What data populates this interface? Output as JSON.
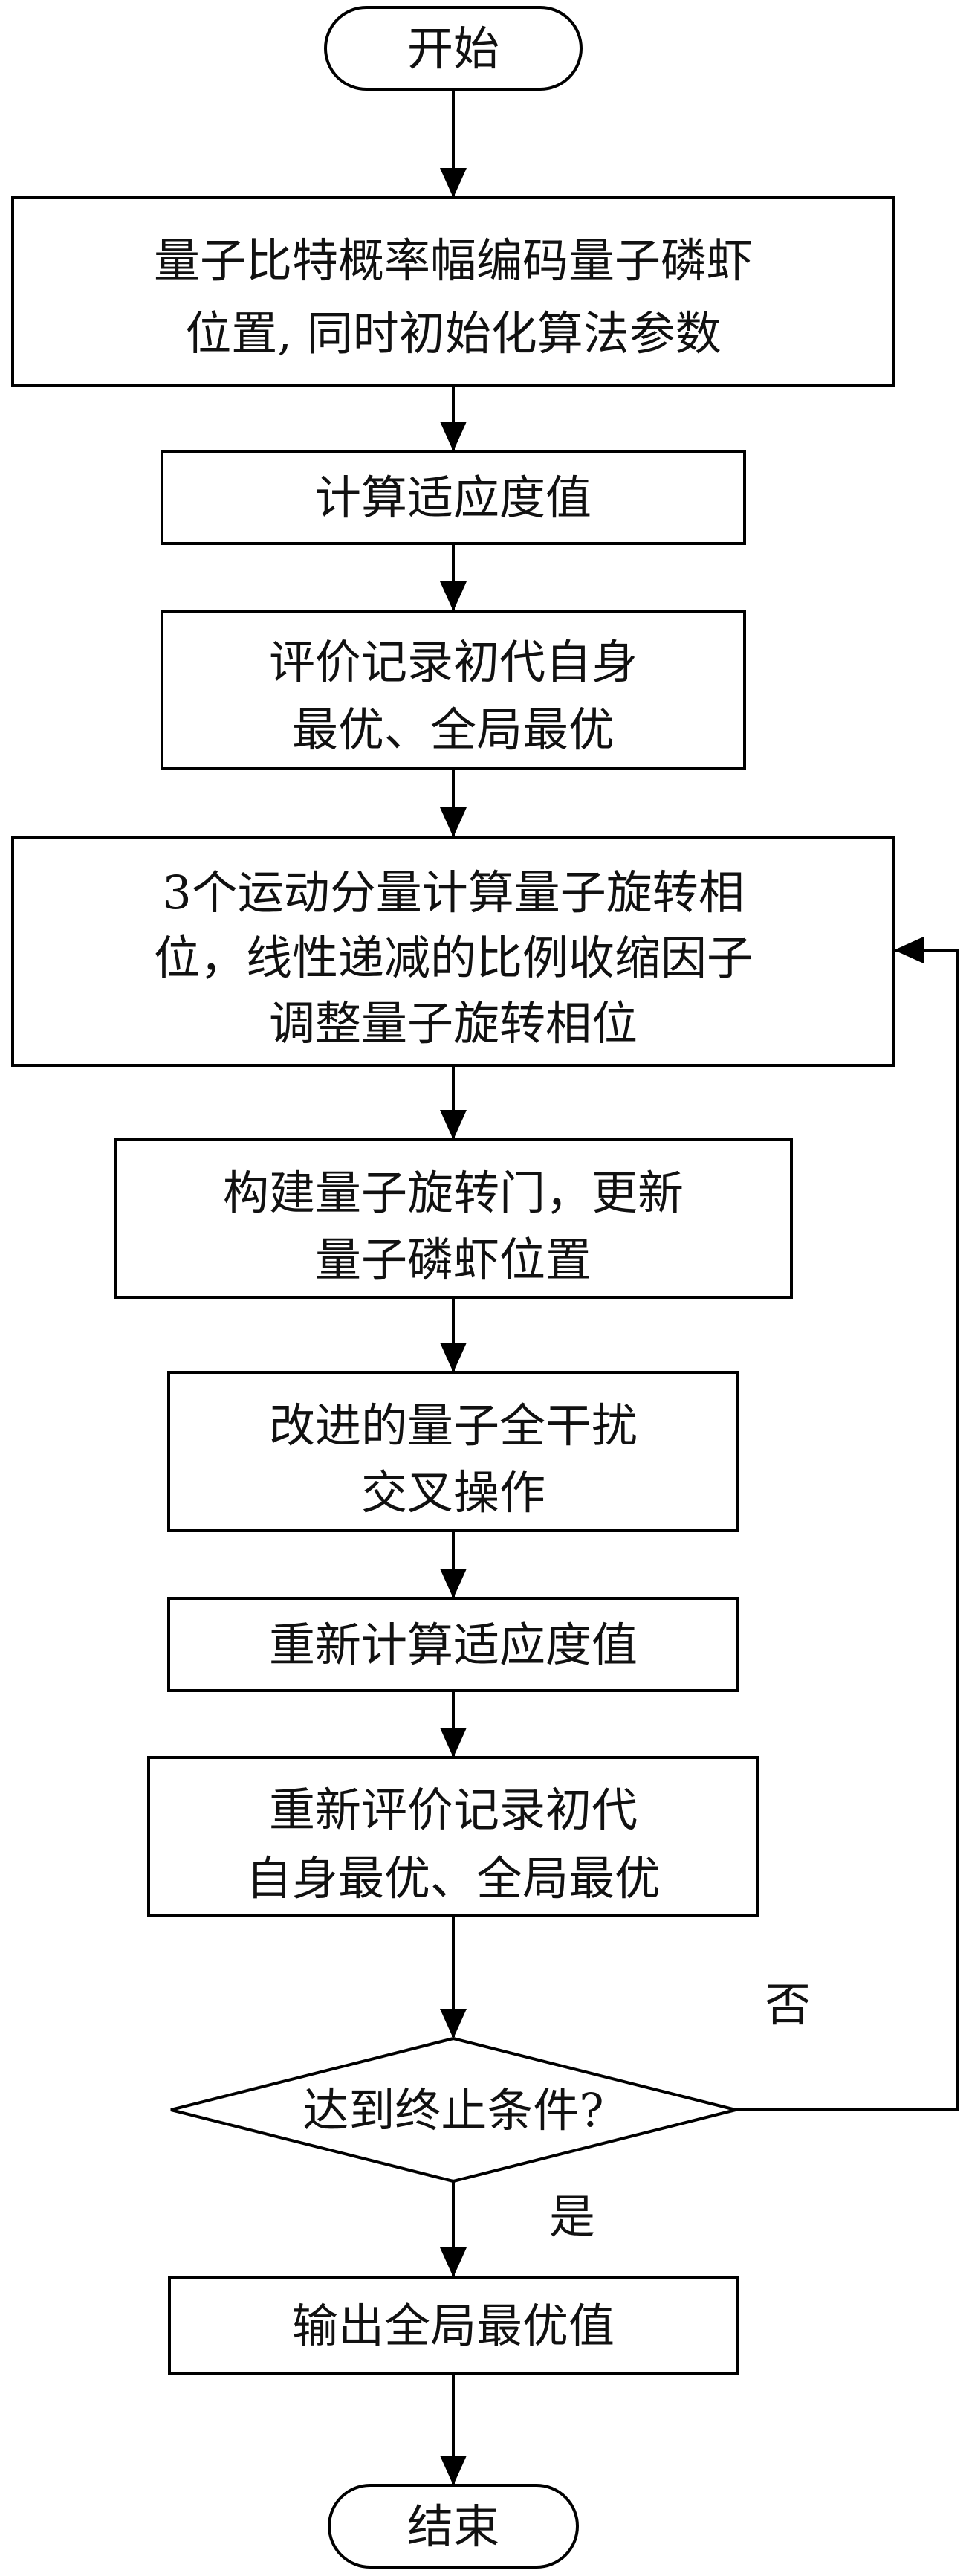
{
  "flowchart": {
    "start": "开始",
    "step1": {
      "line1": "量子比特概率幅编码量子磷虾",
      "line2": "位置, 同时初始化算法参数"
    },
    "step2": "计算适应度值",
    "step3": {
      "line1": "评价记录初代自身",
      "line2": "最优、全局最优"
    },
    "step4": {
      "line1": "3个运动分量计算量子旋转相",
      "line2": "位，线性递减的比例收缩因子",
      "line3": "调整量子旋转相位"
    },
    "step5": {
      "line1": "构建量子旋转门，更新",
      "line2": "量子磷虾位置"
    },
    "step6": {
      "line1": "改进的量子全干扰",
      "line2": "交叉操作"
    },
    "step7": "重新计算适应度值",
    "step8": {
      "line1": "重新评价记录初代",
      "line2": "自身最优、全局最优"
    },
    "decision": "达到终止条件?",
    "no_label": "否",
    "yes_label": "是",
    "output": "输出全局最优值",
    "end": "结束"
  }
}
